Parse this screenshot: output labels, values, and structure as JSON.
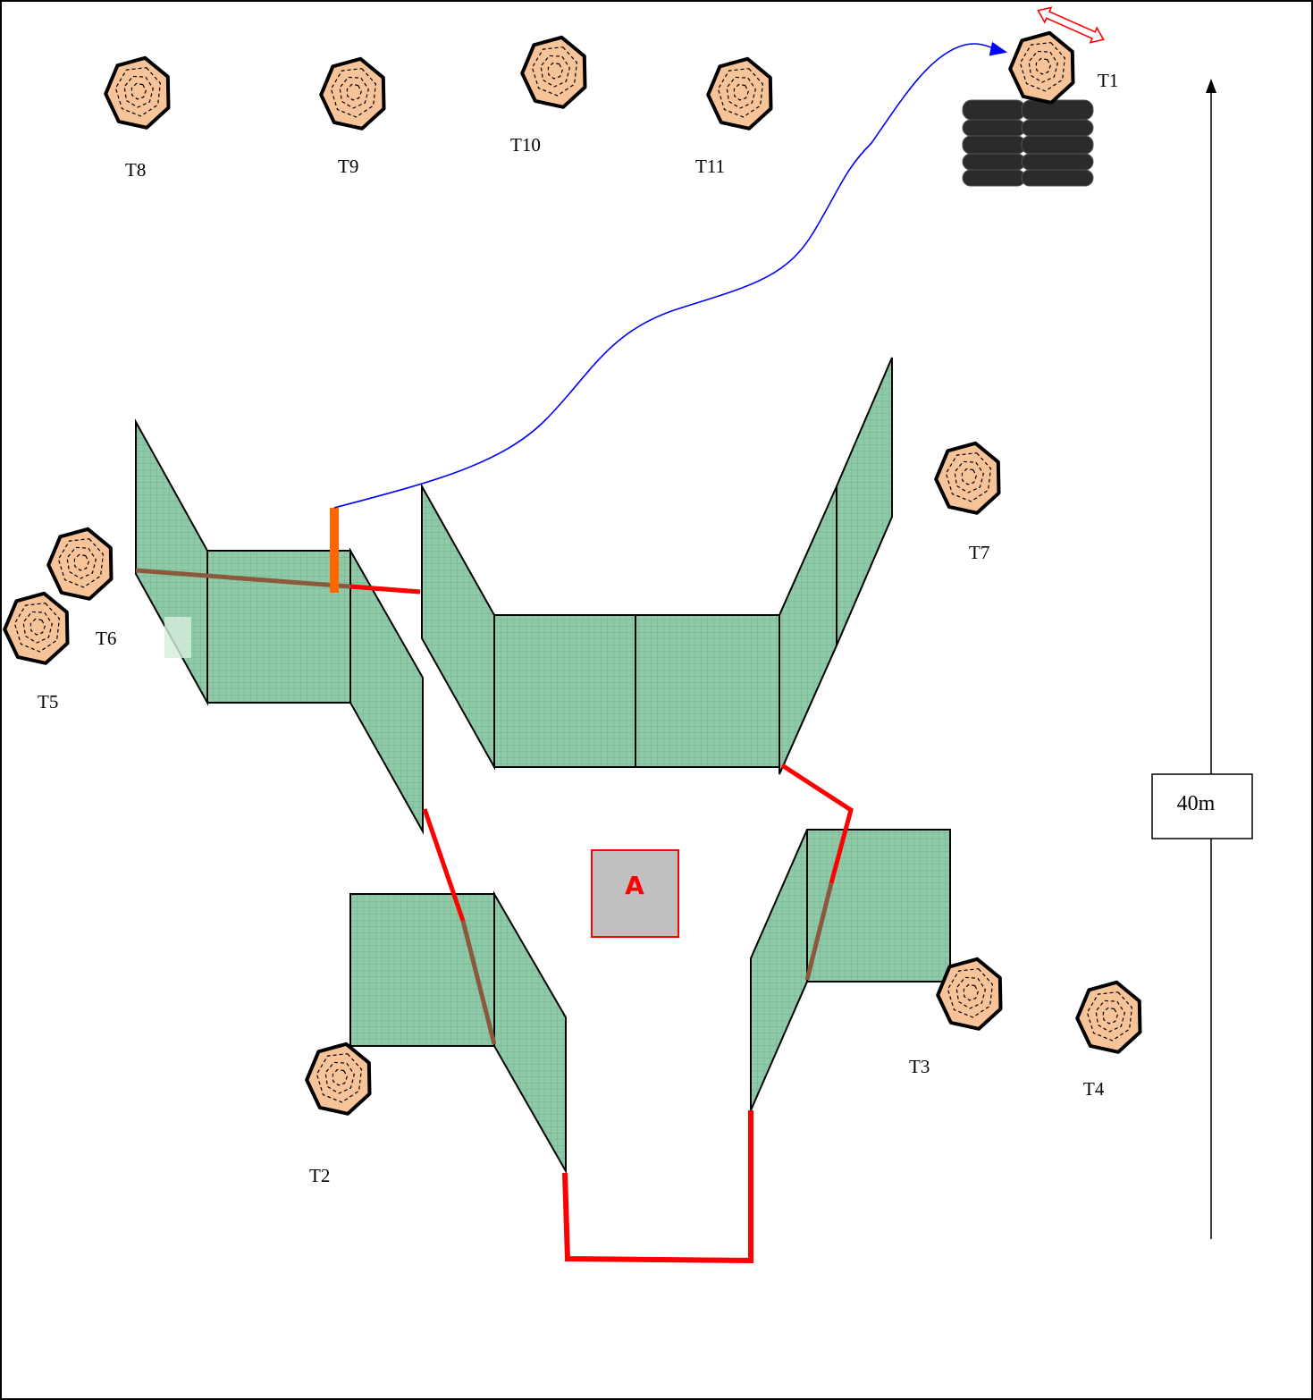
{
  "diagram": {
    "targets": [
      {
        "id": "T1",
        "label": "T1"
      },
      {
        "id": "T2",
        "label": "T2"
      },
      {
        "id": "T3",
        "label": "T3"
      },
      {
        "id": "T4",
        "label": "T4"
      },
      {
        "id": "T5",
        "label": "T5"
      },
      {
        "id": "T6",
        "label": "T6"
      },
      {
        "id": "T7",
        "label": "T7"
      },
      {
        "id": "T8",
        "label": "T8"
      },
      {
        "id": "T9",
        "label": "T9"
      },
      {
        "id": "T10",
        "label": "T10"
      },
      {
        "id": "T11",
        "label": "T11"
      }
    ],
    "zone_label": "A",
    "distance_label": "40m",
    "colors": {
      "wall_fill": "#8fcaa8",
      "wall_grid": "#6fb08a",
      "fault_line": "#ff0000",
      "start_marker": "#ff6600",
      "shot_path": "#0000ff",
      "target_fill": "#f7c49a",
      "zone_fill": "#c0c0c0",
      "zone_border": "#ff0000",
      "tyres": "#2b2b2b"
    },
    "icons": [
      "paper-target-icon",
      "tyre-stack-icon",
      "mover-arrow-icon",
      "distance-arrow-icon"
    ]
  }
}
